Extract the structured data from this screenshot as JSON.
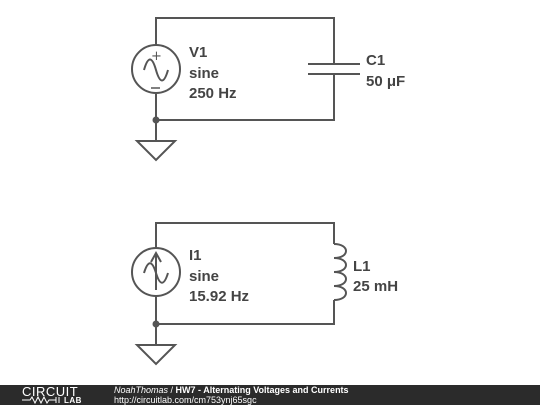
{
  "circuit1": {
    "source": {
      "name": "V1",
      "type": "sine",
      "frequency": "250 Hz"
    },
    "capacitor": {
      "name": "C1",
      "value": "50 μF"
    }
  },
  "circuit2": {
    "source": {
      "name": "I1",
      "type": "sine",
      "frequency": "15.92 Hz"
    },
    "inductor": {
      "name": "L1",
      "value": "25 mH"
    }
  },
  "footer": {
    "logo_top": "CIRCUIT",
    "logo_bottom": "LAB",
    "author": "NoahThomas",
    "separator": " / ",
    "title": "HW7 - Alternating Voltages and Currents",
    "url": "http://circuitlab.com/cm753ynj65sgc"
  },
  "colors": {
    "wire": "#555555",
    "footer_bg": "#2b2b2b"
  }
}
